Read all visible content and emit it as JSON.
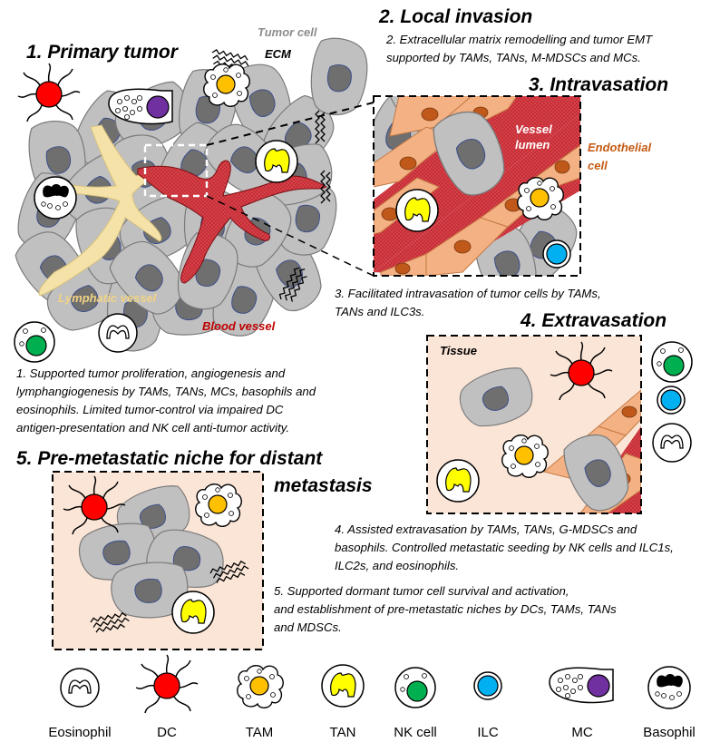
{
  "headings": {
    "primary": "1. Primary tumor",
    "invasion": "2. Local invasion",
    "intravasation": "3. Intravasation",
    "extravasation": "4. Extravasation",
    "niche_line1": "5. Pre-metastatic niche for distant",
    "niche_line2": "metastasis"
  },
  "labels": {
    "tumor_cell": "Tumor cell",
    "ecm": "ECM",
    "vessel_lumen_1": "Vessel",
    "vessel_lumen_2": "lumen",
    "endothelial_1": "Endothelial",
    "endothelial_2": "cell",
    "lymphatic_vessel": "Lymphatic vessel",
    "blood_vessel": "Blood vessel",
    "tissue": "Tissue"
  },
  "captions": {
    "c1": [
      "1. Supported tumor proliferation, angiogenesis and",
      "lymphangiogenesis by TAMs, TANs, MCs, basophils and",
      "eosinophils. Limited tumor-control via impaired DC",
      "antigen-presentation and NK cell anti-tumor activity."
    ],
    "c2": [
      "2. Extracellular matrix remodelling and tumor EMT",
      "supported  by TAMs, TANs, M-MDSCs and MCs."
    ],
    "c3": [
      "3. Facilitated intravasation of tumor cells by TAMs,",
      "TANs and ILC3s."
    ],
    "c4": [
      "4. Assisted extravasation by TAMs, TANs, G-MDSCs and",
      "basophils. Controlled metastatic seeding by NK cells and ILC1s,",
      "ILC2s, and eosinophils."
    ],
    "c5": [
      "5. Supported dormant tumor cell survival and activation,",
      "and establishment of pre-metastatic niches by DCs, TAMs, TANs",
      "and MDSCs."
    ]
  },
  "legend": [
    {
      "key": "eosinophil",
      "label": "Eosinophil"
    },
    {
      "key": "dc",
      "label": "DC"
    },
    {
      "key": "tam",
      "label": "TAM"
    },
    {
      "key": "tan",
      "label": "TAN"
    },
    {
      "key": "nk",
      "label": "NK cell"
    },
    {
      "key": "ilc",
      "label": "ILC"
    },
    {
      "key": "mc",
      "label": "MC"
    },
    {
      "key": "basophil",
      "label": "Basophil"
    }
  ],
  "colors": {
    "tumor_fill": "#c0c0c0",
    "tumor_nucleus": "#6f6f6f",
    "blood_vessel": "#c1272d",
    "lymphatic": "#f5e2a8",
    "endothelial": "#f4b183",
    "tissue": "#fbe5d6",
    "dc": "#ff0000",
    "tam": "#ffc000",
    "tan": "#ffff00",
    "nk": "#00b050",
    "ilc": "#00b0f0",
    "mc": "#7030a0"
  }
}
